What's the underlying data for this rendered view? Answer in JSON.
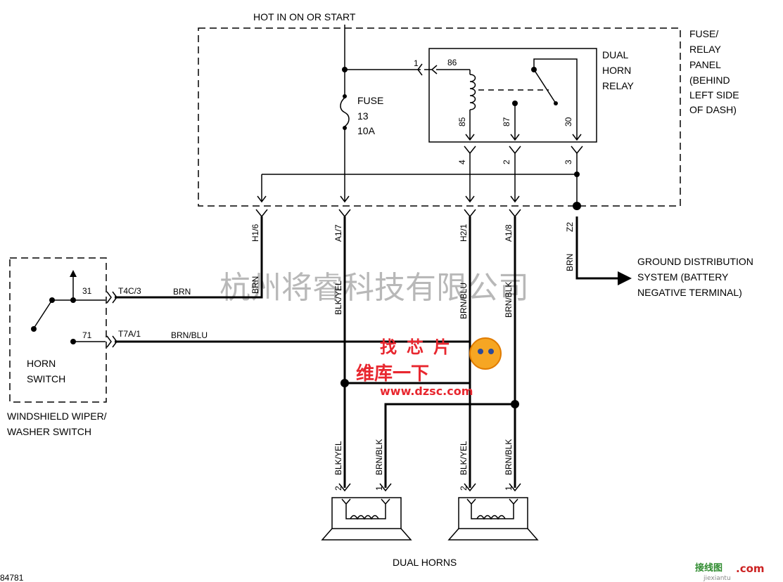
{
  "supply": {
    "hot_label": "HOT IN ON OR START"
  },
  "fuse": {
    "label": "FUSE",
    "number": "13",
    "rating": "10A"
  },
  "relay": {
    "line1": "DUAL",
    "line2": "HORN",
    "line3": "RELAY",
    "pin86": "86",
    "pin85": "85",
    "pin87": "87",
    "pin30": "30",
    "pin1": "1"
  },
  "panel": {
    "line1": "FUSE/",
    "line2": "RELAY",
    "line3": "PANEL",
    "line4": "(BEHIND",
    "line5": "LEFT SIDE",
    "line6": "OF DASH)"
  },
  "connectors": {
    "c4": "4",
    "c2": "2",
    "c3": "3",
    "h16": "H1/6",
    "a17": "A1/7",
    "h21": "H2/1",
    "a18": "A1/8",
    "z2": "Z2",
    "t4c3": "T4C/3",
    "t7a1": "T7A/1",
    "s31": "31",
    "s71": "71"
  },
  "wires": {
    "brn_vert": "BRN",
    "blk_yel": "BLK/YEL",
    "brn_blu": "BRN/BLU",
    "brn_blk": "BRN/BLK",
    "brn_z2": "BRN",
    "brn_h": "BRN",
    "brn_blu_h": "BRN/BLU",
    "l_blk_yel": "BLK/YEL",
    "l_brn_blk": "BRN/BLK",
    "r_blk_yel": "BLK/YEL",
    "r_brn_blk": "BRN/BLK",
    "l_pin2": "2",
    "l_pin1": "1",
    "r_pin2": "2",
    "r_pin1": "1"
  },
  "ground": {
    "line1": "GROUND DISTRIBUTION",
    "line2": "SYSTEM (BATTERY",
    "line3": "NEGATIVE TERMINAL)"
  },
  "horn_switch": {
    "line1": "HORN",
    "line2": "SWITCH"
  },
  "wiper_switch": {
    "line1": "WINDSHIELD WIPER/",
    "line2": "WASHER SWITCH"
  },
  "horns": {
    "label": "DUAL HORNS"
  },
  "figure_id": "84781",
  "watermark": {
    "text": "杭州将睿科技有限公司",
    "logo1": "找",
    "logo2": "芯",
    "logo3": "片",
    "logo_sub": "维库一下",
    "url": "www.dzsc.com",
    "corner1": "接线图",
    "corner2": ".com",
    "corner3": "jiexiantu"
  }
}
